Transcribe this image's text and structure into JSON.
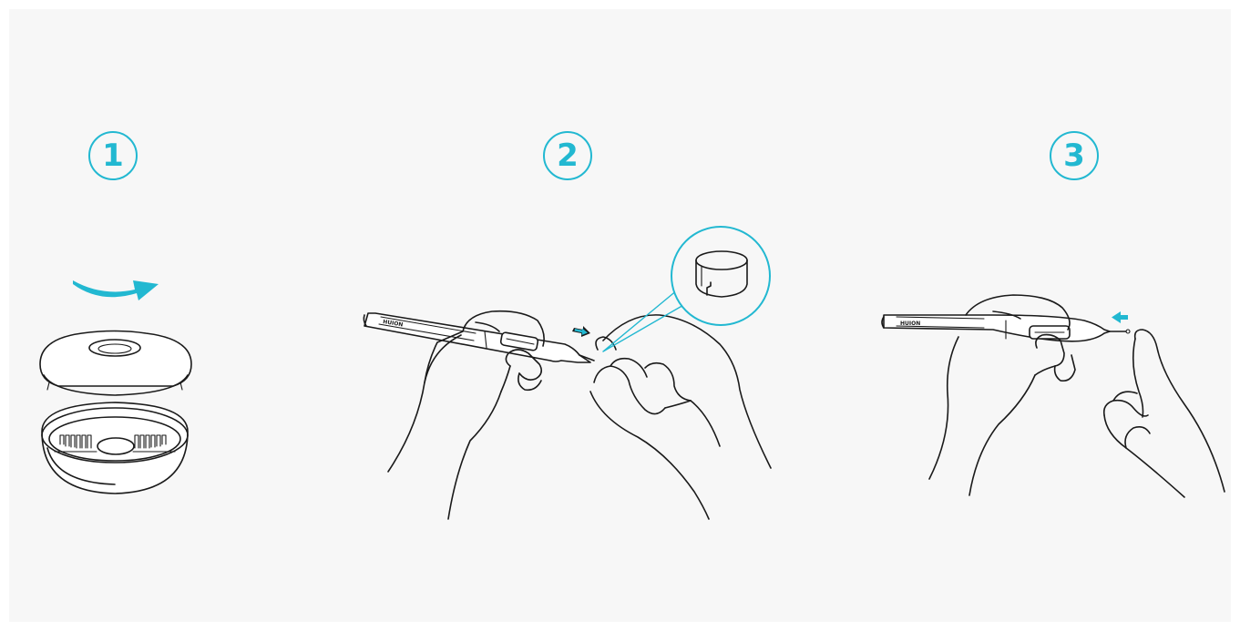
{
  "steps": [
    {
      "number": "1",
      "illustration": "open-pen-holder-case"
    },
    {
      "number": "2",
      "illustration": "remove-pen-nib-with-clip"
    },
    {
      "number": "3",
      "illustration": "insert-new-pen-nib"
    }
  ],
  "brand": {
    "pen_label": "HUION"
  },
  "colors": {
    "accent": "#22b8d1",
    "line": "#1a1a1a",
    "background": "#f7f7f7"
  },
  "icons": {
    "rotate_arrow": "curved-arrow-right-icon",
    "pull_arrow": "arrow-right-icon",
    "push_arrow": "arrow-left-icon"
  }
}
